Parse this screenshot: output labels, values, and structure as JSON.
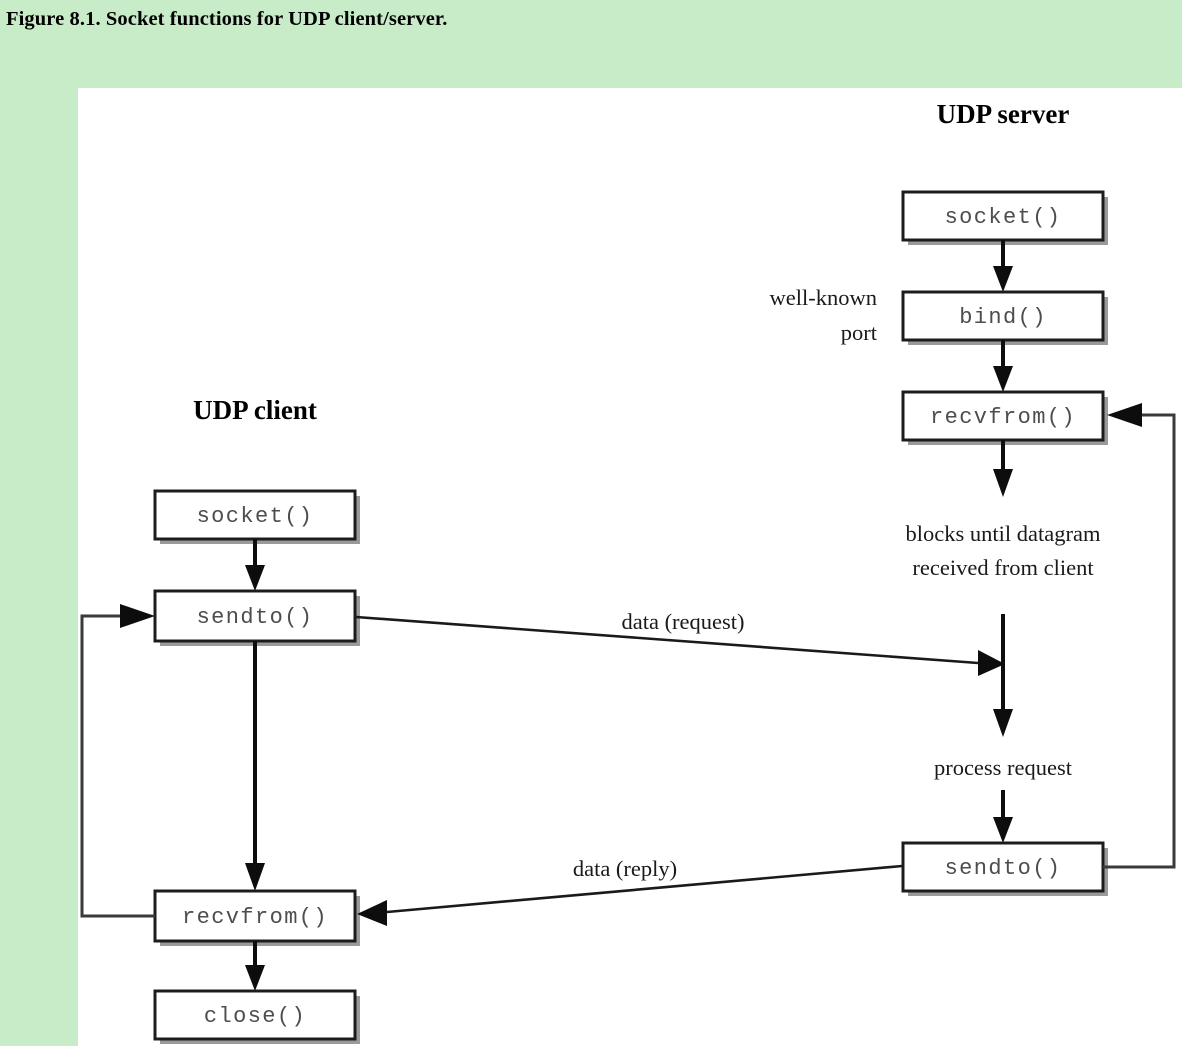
{
  "figure": {
    "title": "Figure 8.1. Socket functions for UDP client/server.",
    "header_background": "#c8ebc8",
    "canvas_background": "#ffffff"
  },
  "chart_data": {
    "type": "diagram",
    "title": "Socket functions for UDP client/server",
    "columns": [
      {
        "name": "client",
        "heading": "UDP client",
        "nodes": [
          {
            "id": "client-socket",
            "label": "socket()"
          },
          {
            "id": "client-sendto",
            "label": "sendto()"
          },
          {
            "id": "client-recvfrom",
            "label": "recvfrom()"
          },
          {
            "id": "client-close",
            "label": "close()"
          }
        ]
      },
      {
        "name": "server",
        "heading": "UDP server",
        "nodes": [
          {
            "id": "server-socket",
            "label": "socket()"
          },
          {
            "id": "server-bind",
            "label": "bind()"
          },
          {
            "id": "server-recvfrom",
            "label": "recvfrom()"
          },
          {
            "id": "server-sendto",
            "label": "sendto()"
          }
        ]
      }
    ],
    "annotations": [
      {
        "id": "well-known-port",
        "text_line1": "well-known",
        "text_line2": "port"
      },
      {
        "id": "blocks-note",
        "text_line1": "blocks until datagram",
        "text_line2": "received from client"
      },
      {
        "id": "process-request",
        "text": "process request"
      }
    ],
    "messages": [
      {
        "id": "data-request",
        "label": "data (request)",
        "from": "client-sendto",
        "to": "server-recvfrom",
        "direction": "client-to-server"
      },
      {
        "id": "data-reply",
        "label": "data (reply)",
        "from": "server-sendto",
        "to": "client-recvfrom",
        "direction": "server-to-client"
      }
    ],
    "loops": [
      {
        "id": "client-loop",
        "from": "client-recvfrom",
        "to": "client-sendto"
      },
      {
        "id": "server-loop",
        "from": "server-sendto",
        "to": "server-recvfrom"
      }
    ]
  },
  "headings": {
    "client": "UDP client",
    "server": "UDP server"
  },
  "client_nodes": {
    "socket": "socket()",
    "sendto": "sendto()",
    "recvfrom": "recvfrom()",
    "close": "close()"
  },
  "server_nodes": {
    "socket": "socket()",
    "bind": "bind()",
    "recvfrom": "recvfrom()",
    "sendto": "sendto()"
  },
  "notes": {
    "well_known_port_line1": "well-known",
    "well_known_port_line2": "port",
    "blocks_line1": "blocks until datagram",
    "blocks_line2": "received from client",
    "process_request": "process request"
  },
  "messages": {
    "request": "data (request)",
    "reply": "data (reply)"
  }
}
